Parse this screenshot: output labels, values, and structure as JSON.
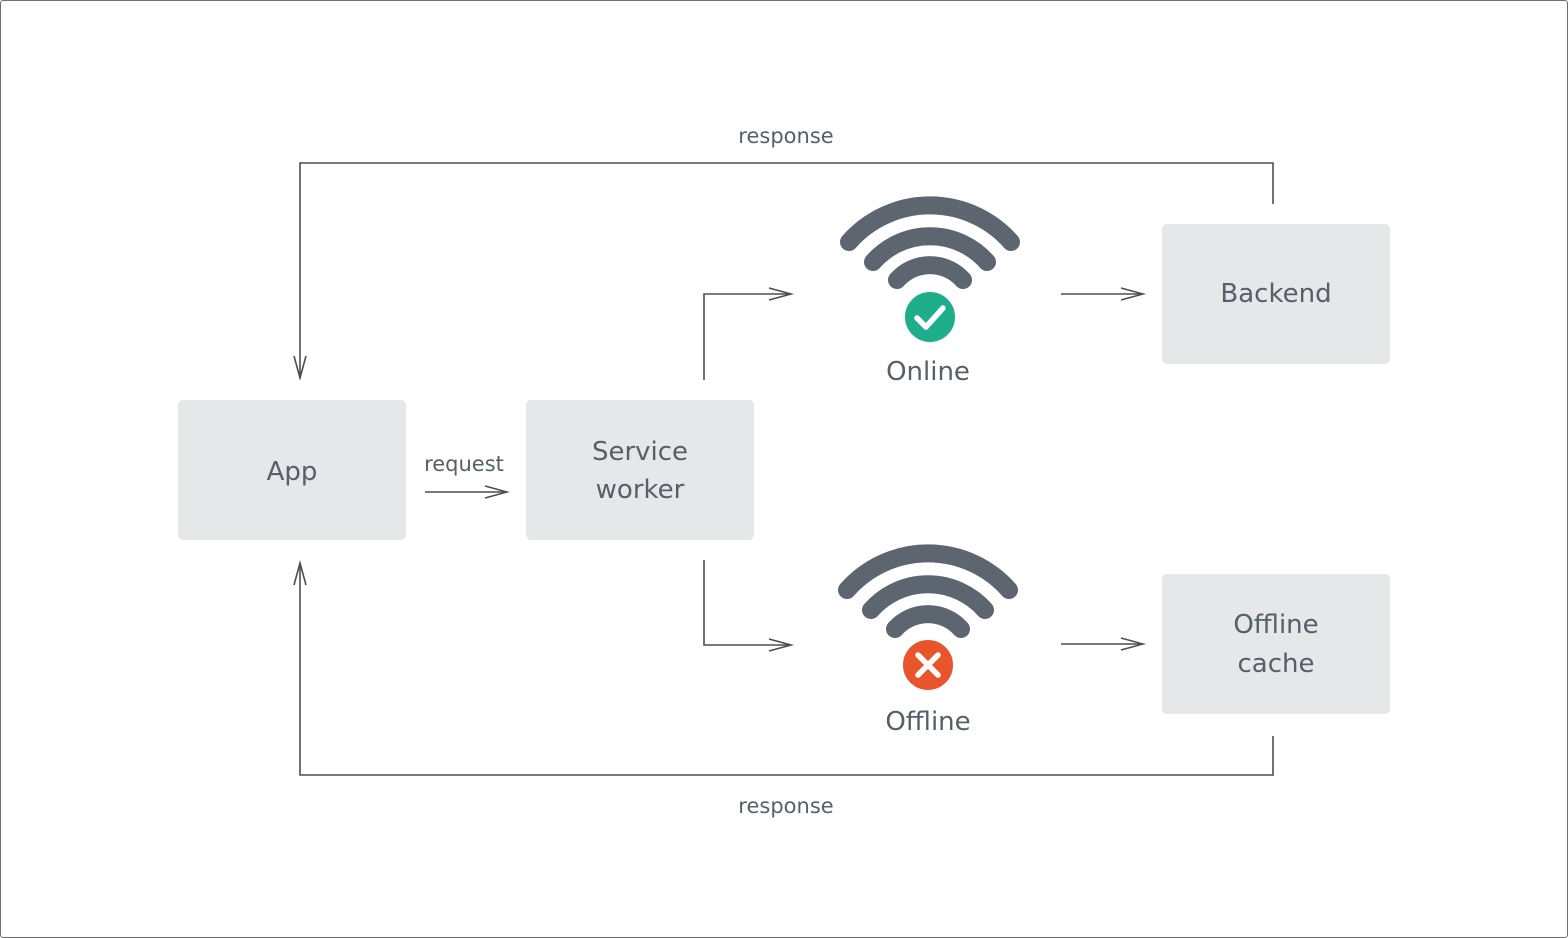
{
  "nodes": {
    "app": {
      "label": "App"
    },
    "service_worker": {
      "line1": "Service",
      "line2": "worker"
    },
    "backend": {
      "label": "Backend"
    },
    "offline_cache": {
      "line1": "Offline",
      "line2": "cache"
    }
  },
  "edges": {
    "request": "request",
    "response_top": "response",
    "response_bottom": "response"
  },
  "status": {
    "online": {
      "label": "Online",
      "icon": "wifi-check-icon",
      "badge_color": "#1fae8b"
    },
    "offline": {
      "label": "Offline",
      "icon": "wifi-cross-icon",
      "badge_color": "#e8542c"
    }
  },
  "colors": {
    "box_fill": "#e6e7e8",
    "text": "#55606b",
    "wifi": "#5c6570",
    "line": "#4b4f54"
  }
}
